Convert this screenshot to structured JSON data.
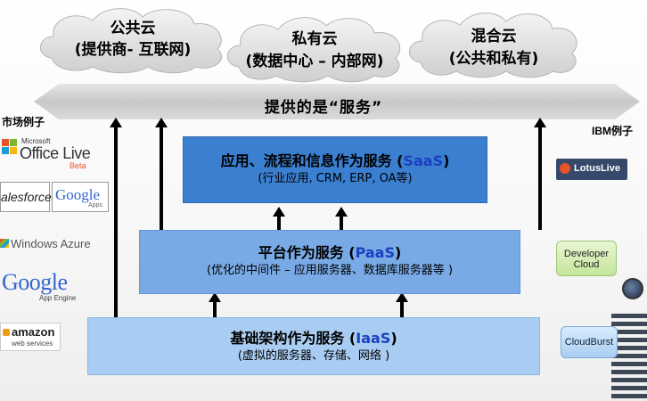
{
  "clouds": [
    {
      "line1": "公共云",
      "line2": "(提供商- 互联网)"
    },
    {
      "line1": "私有云",
      "line2": "(数据中心 – 内部网)"
    },
    {
      "line1": "混合云",
      "line2": "(公共和私有)"
    }
  ],
  "banner": {
    "text": "提供的是“服务”"
  },
  "layers": {
    "saas": {
      "title": "应用、流程和信息作为服务 (",
      "abbr": "SaaS",
      "close": ")",
      "sub": "(行业应用, CRM, ERP, OA等)"
    },
    "paas": {
      "title": "平台作为服务 (",
      "abbr": "PaaS",
      "close": ")",
      "sub": "(优化的中间件 – 应用服务器、数据库服务器等 )"
    },
    "iaas": {
      "title": "基础架构作为服务 (",
      "abbr": "IaaS",
      "close": ")",
      "sub": "(虚拟的服务器、存储、网络 )"
    }
  },
  "market": {
    "label": "市场例子",
    "logos": {
      "office_small": "Microsoft",
      "office_big": "Office Live",
      "office_beta": "Beta",
      "salesforce": "alesforce",
      "google": "Google",
      "google_apps": "Apps",
      "azure": "Windows Azure",
      "google_ae": "Google",
      "google_ae_sub": "App Engine",
      "amazon": "amazon",
      "amazon_sub": "web services"
    }
  },
  "ibm": {
    "label": "IBM例子",
    "lotus": "LotusLive",
    "developer_line1": "Developer",
    "developer_line2": "Cloud",
    "cloudburst": "CloudBurst"
  },
  "colors": {
    "saas": "#3b7fd0",
    "paas": "#79aae6",
    "iaas": "#a9ccf2",
    "accent": "#1a3fbf"
  }
}
